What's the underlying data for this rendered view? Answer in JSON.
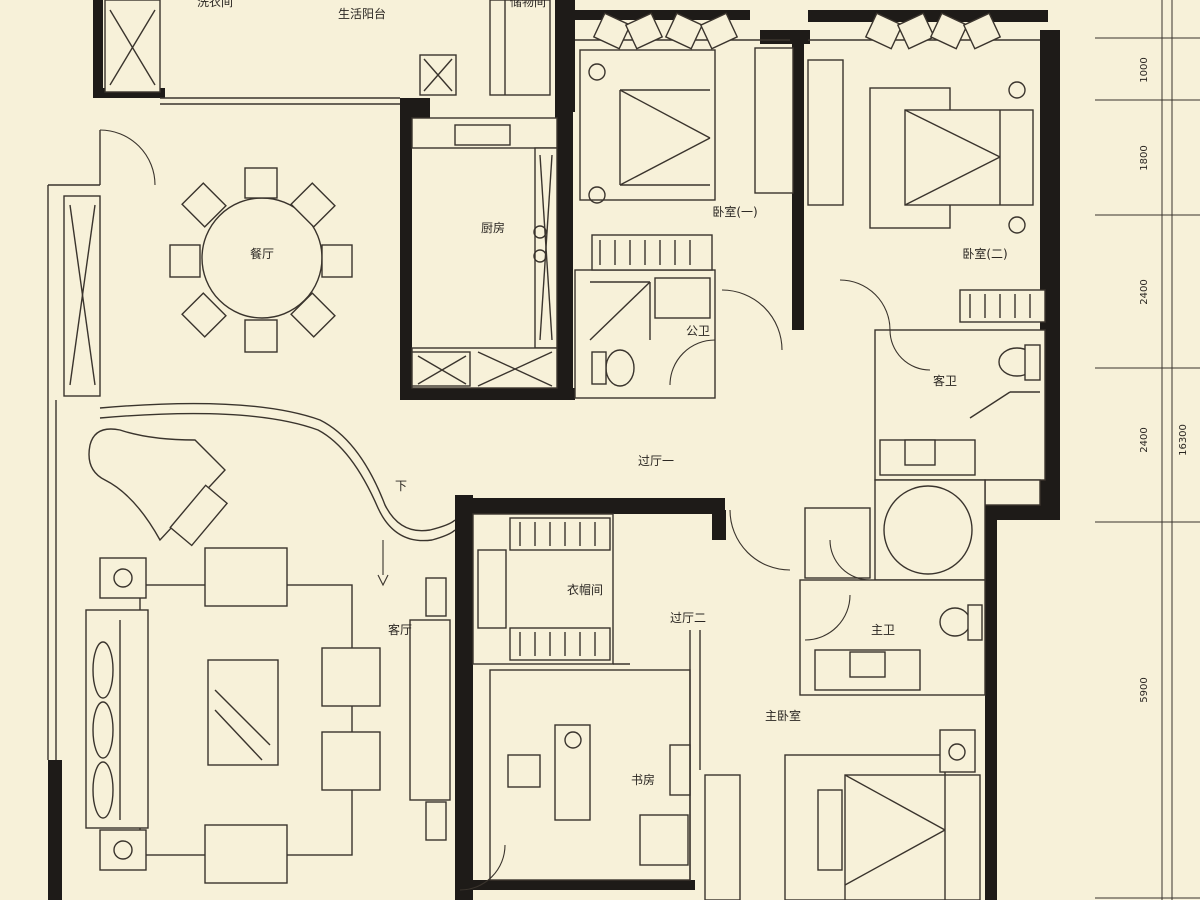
{
  "rooms": {
    "laundry": "洗衣间",
    "utility_balcony": "生活阳台",
    "storage": "储物间",
    "dining": "餐厅",
    "kitchen": "厨房",
    "bedroom1": "卧室(一)",
    "bedroom2": "卧室(二)",
    "public_bath": "公卫",
    "guest_bath": "客卫",
    "hall1": "过厅一",
    "hall2": "过厅二",
    "living": "客厅",
    "closet": "衣帽间",
    "master_bath": "主卫",
    "master_bedroom": "主卧室",
    "study": "书房",
    "down": "下"
  },
  "dimensions": {
    "d1": "1000",
    "d2": "1800",
    "d3": "2400",
    "d4": "2400",
    "d5": "5900",
    "total": "16300"
  }
}
